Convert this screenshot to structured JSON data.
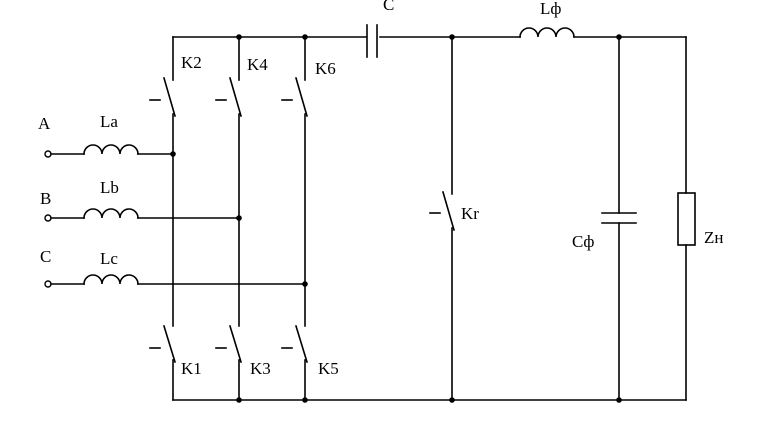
{
  "inputs": {
    "a": "A",
    "b": "B",
    "c": "C"
  },
  "inductors": {
    "la": "La",
    "lb": "Lb",
    "lc": "Lc",
    "lf": "Lф"
  },
  "switches": {
    "k1": "K1",
    "k2": "K2",
    "k3": "K3",
    "k4": "K4",
    "k5": "K5",
    "k6": "K6",
    "kr": "Kr"
  },
  "capacitors": {
    "c": "C",
    "cf": "Cф"
  },
  "load": {
    "zn": "Zн"
  }
}
